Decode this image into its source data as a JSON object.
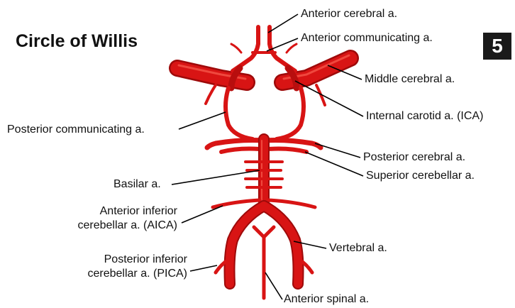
{
  "title": "Circle of Willis",
  "badge": "5",
  "labels": {
    "anterior_cerebral": "Anterior cerebral a.",
    "anterior_communicating": "Anterior communicating a.",
    "middle_cerebral": "Middle cerebral a.",
    "internal_carotid": "Internal carotid a. (ICA)",
    "posterior_communicating": "Posterior communicating a.",
    "posterior_cerebral": "Posterior cerebral a.",
    "superior_cerebellar": "Superior cerebellar a.",
    "basilar": "Basilar a.",
    "aica_line1": "Anterior inferior",
    "aica_line2": "cerebellar a. (AICA)",
    "vertebral": "Vertebral a.",
    "pica_line1": "Posterior inferior",
    "pica_line2": "cerebellar a. (PICA)",
    "anterior_spinal": "Anterior spinal a."
  },
  "colors": {
    "artery": "#d81414",
    "artery_dark": "#9e0a0a",
    "artery_highlight": "#ff6a5a",
    "leader": "#000000",
    "badge_bg": "#1a1a1a"
  }
}
